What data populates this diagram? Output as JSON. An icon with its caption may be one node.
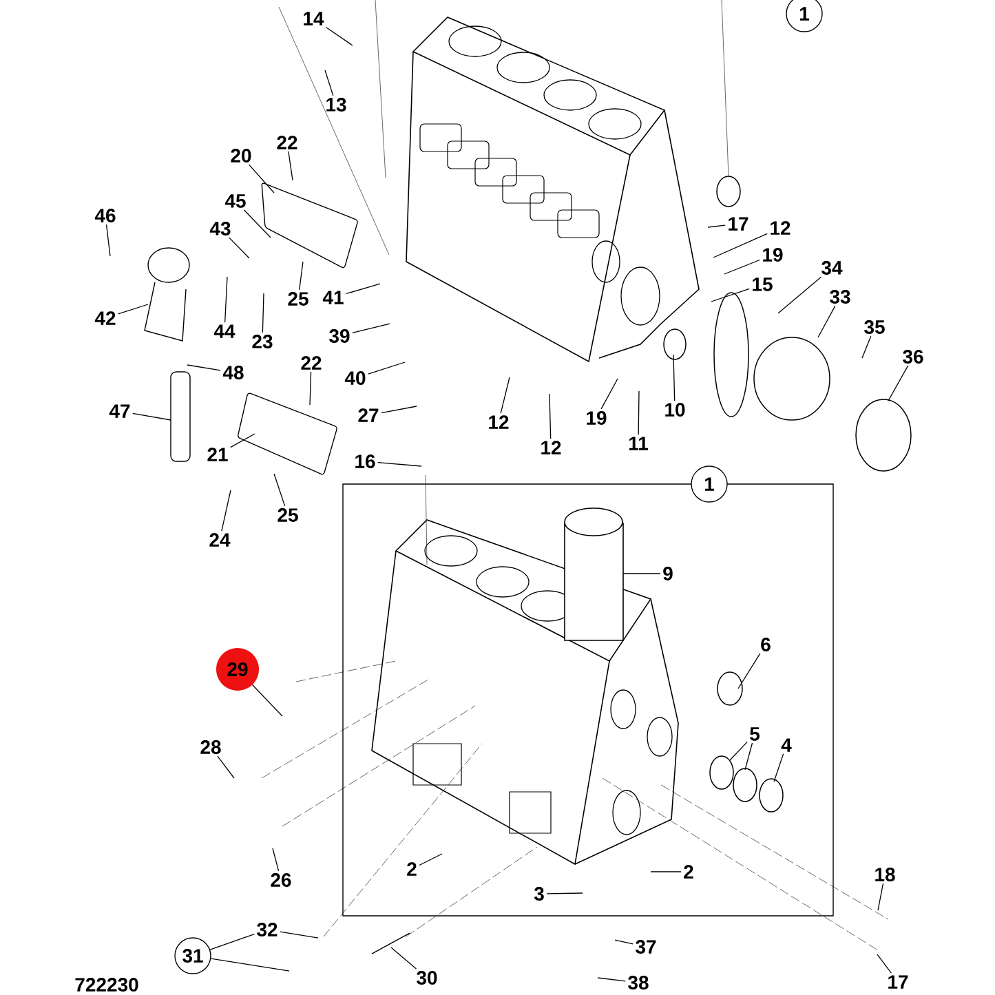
{
  "diagram": {
    "nodes": [
      {
        "text": [
          "1"
        ]
      },
      {
        "text": [
          "14"
        ]
      },
      {
        "text": [
          "13"
        ]
      },
      {
        "text": [
          "22"
        ]
      },
      {
        "text": [
          "20"
        ]
      },
      {
        "text": [
          "45"
        ]
      },
      {
        "text": [
          "46"
        ]
      },
      {
        "text": [
          "43"
        ]
      },
      {
        "text": [
          "25"
        ]
      },
      {
        "text": [
          "41"
        ]
      },
      {
        "text": [
          "42"
        ]
      },
      {
        "text": [
          "44"
        ]
      },
      {
        "text": [
          "23"
        ]
      },
      {
        "text": [
          "39"
        ]
      },
      {
        "text": [
          "22"
        ]
      },
      {
        "text": [
          "48"
        ]
      },
      {
        "text": [
          "40"
        ]
      },
      {
        "text": [
          "47"
        ]
      },
      {
        "text": [
          "27"
        ]
      },
      {
        "text": [
          "21"
        ]
      },
      {
        "text": [
          "16"
        ]
      },
      {
        "text": [
          "25"
        ]
      },
      {
        "text": [
          "24"
        ]
      },
      {
        "text": [
          "12"
        ]
      },
      {
        "text": [
          "12"
        ]
      },
      {
        "text": [
          "19"
        ]
      },
      {
        "text": [
          "11"
        ]
      },
      {
        "text": [
          "10"
        ]
      },
      {
        "text": [
          "17"
        ]
      },
      {
        "text": [
          "12"
        ]
      },
      {
        "text": [
          "19"
        ]
      },
      {
        "text": [
          "15"
        ]
      },
      {
        "text": [
          "34"
        ]
      },
      {
        "text": [
          "33"
        ]
      },
      {
        "text": [
          "35"
        ]
      },
      {
        "text": [
          "36"
        ]
      },
      {
        "text": [
          "1"
        ]
      },
      {
        "text": [
          "9"
        ]
      },
      {
        "text": [
          "6"
        ]
      },
      {
        "text": [
          "29"
        ]
      },
      {
        "text": [
          "5"
        ]
      },
      {
        "text": [
          "4"
        ]
      },
      {
        "text": [
          "28"
        ]
      },
      {
        "text": [
          "26"
        ]
      },
      {
        "text": [
          "2"
        ]
      },
      {
        "text": [
          "2"
        ]
      },
      {
        "text": [
          "18"
        ]
      },
      {
        "text": [
          "3"
        ]
      },
      {
        "text": [
          "32"
        ]
      },
      {
        "text": [
          "31"
        ]
      },
      {
        "text": [
          "37"
        ]
      },
      {
        "text": [
          "30"
        ]
      },
      {
        "text": [
          "38"
        ]
      },
      {
        "text": [
          "17"
        ]
      }
    ],
    "edges": [
      {
        "from": 1,
        "to": null,
        "arrow": "none"
      },
      {
        "from": 2,
        "to": null,
        "arrow": "none"
      },
      {
        "from": 3,
        "to": null,
        "arrow": "none"
      },
      {
        "from": 4,
        "to": null,
        "arrow": "none"
      },
      {
        "from": 5,
        "to": null,
        "arrow": "none"
      },
      {
        "from": 6,
        "to": null,
        "arrow": "none"
      },
      {
        "from": 7,
        "to": null,
        "arrow": "none"
      },
      {
        "from": 8,
        "to": null,
        "arrow": "none"
      },
      {
        "from": 9,
        "to": null,
        "arrow": "none"
      },
      {
        "from": 10,
        "to": null,
        "arrow": "none"
      },
      {
        "from": 11,
        "to": null,
        "arrow": "none"
      },
      {
        "from": 12,
        "to": null,
        "arrow": "none"
      },
      {
        "from": 13,
        "to": null,
        "arrow": "none"
      },
      {
        "from": 14,
        "to": null,
        "arrow": "none"
      },
      {
        "from": 15,
        "to": null,
        "arrow": "none"
      },
      {
        "from": 16,
        "to": null,
        "arrow": "none"
      },
      {
        "from": 17,
        "to": null,
        "arrow": "none"
      },
      {
        "from": 18,
        "to": null,
        "arrow": "none"
      },
      {
        "from": 19,
        "to": null,
        "arrow": "none"
      },
      {
        "from": 20,
        "to": null,
        "arrow": "none"
      },
      {
        "from": 21,
        "to": null,
        "arrow": "none"
      },
      {
        "from": 22,
        "to": null,
        "arrow": "none"
      },
      {
        "from": 23,
        "to": null,
        "arrow": "none"
      },
      {
        "from": 24,
        "to": null,
        "arrow": "none"
      },
      {
        "from": 25,
        "to": null,
        "arrow": "none"
      },
      {
        "from": 26,
        "to": null,
        "arrow": "none"
      },
      {
        "from": 27,
        "to": null,
        "arrow": "none"
      },
      {
        "from": 28,
        "to": null,
        "arrow": "none"
      },
      {
        "from": 29,
        "to": null,
        "arrow": "none"
      },
      {
        "from": 30,
        "to": null,
        "arrow": "none"
      },
      {
        "from": 31,
        "to": null,
        "arrow": "none"
      },
      {
        "from": 32,
        "to": null,
        "arrow": "none"
      },
      {
        "from": 33,
        "to": null,
        "arrow": "none"
      },
      {
        "from": 34,
        "to": null,
        "arrow": "none"
      },
      {
        "from": 35,
        "to": null,
        "arrow": "none"
      },
      {
        "from": 37,
        "to": null,
        "arrow": "none"
      },
      {
        "from": 38,
        "to": null,
        "arrow": "none"
      },
      {
        "from": 39,
        "to": null,
        "arrow": "none"
      },
      {
        "from": 40,
        "to": null,
        "arrow": "none"
      },
      {
        "from": 40,
        "to": null,
        "arrow": "none"
      },
      {
        "from": 41,
        "to": null,
        "arrow": "none"
      },
      {
        "from": 42,
        "to": null,
        "arrow": "none"
      },
      {
        "from": 43,
        "to": null,
        "arrow": "none"
      },
      {
        "from": 44,
        "to": null,
        "arrow": "none"
      },
      {
        "from": 45,
        "to": null,
        "arrow": "none"
      },
      {
        "from": 46,
        "to": null,
        "arrow": "none"
      },
      {
        "from": 47,
        "to": null,
        "arrow": "none"
      },
      {
        "from": 48,
        "to": null,
        "arrow": "none"
      },
      {
        "from": 49,
        "to": 48,
        "arrow": "none"
      },
      {
        "from": 49,
        "to": null,
        "arrow": "none"
      },
      {
        "from": 50,
        "to": null,
        "arrow": "none"
      },
      {
        "from": 51,
        "to": null,
        "arrow": "none"
      },
      {
        "from": 52,
        "to": null,
        "arrow": "none"
      },
      {
        "from": 53,
        "to": null,
        "arrow": "none"
      }
    ],
    "labels": [
      "722230"
    ]
  }
}
